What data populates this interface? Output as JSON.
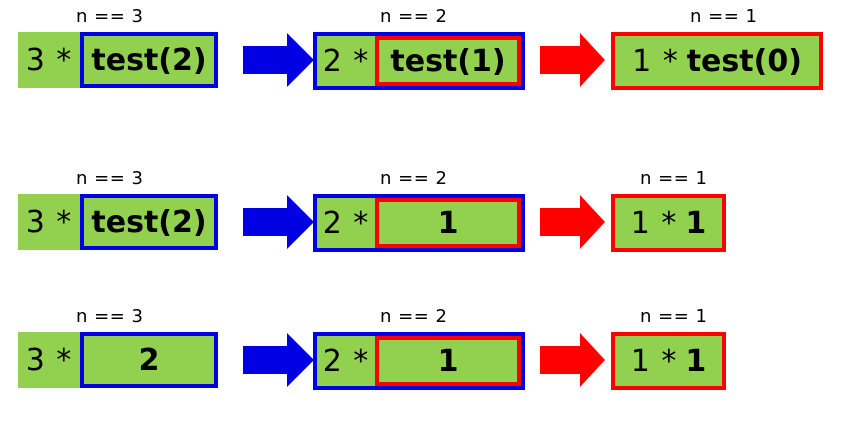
{
  "diagram": {
    "title": "recursion-trace-test-n",
    "colors": {
      "box_fill": "#92d050",
      "border_active": "#0000e2",
      "border_current": "#ff0000",
      "arrow_blue": "#0000e2",
      "arrow_red": "#ff0000",
      "text": "#000000",
      "background": "#ffffff"
    },
    "rows": [
      {
        "id": "row-1-calls",
        "cells": [
          {
            "caption": "n == 3",
            "left": "3 *",
            "right": "test(2)",
            "right_border": "blue",
            "wrap_border": "none"
          },
          {
            "caption": "n == 2",
            "left": "2 *",
            "right": "test(1)",
            "right_border": "red",
            "wrap_border": "blue"
          },
          {
            "caption": "n == 1",
            "left": "1 *",
            "right": "test(0)",
            "right_border": "none",
            "wrap_border": "red"
          }
        ],
        "arrows": [
          "blue",
          "red"
        ]
      },
      {
        "id": "row-2-base-returns",
        "cells": [
          {
            "caption": "n == 3",
            "left": "3 *",
            "right": "test(2)",
            "right_border": "blue",
            "wrap_border": "none"
          },
          {
            "caption": "n == 2",
            "left": "2 *",
            "right": "1",
            "right_border": "red",
            "wrap_border": "blue"
          },
          {
            "caption": "n == 1",
            "left": "1 *",
            "right": "1",
            "right_border": "none",
            "wrap_border": "red"
          }
        ],
        "arrows": [
          "blue",
          "red"
        ]
      },
      {
        "id": "row-3-unwound",
        "cells": [
          {
            "caption": "n == 3",
            "left": "3 *",
            "right": "2",
            "right_border": "blue",
            "wrap_border": "none"
          },
          {
            "caption": "n == 2",
            "left": "2 *",
            "right": "1",
            "right_border": "red",
            "wrap_border": "blue"
          },
          {
            "caption": "n == 1",
            "left": "1 *",
            "right": "1",
            "right_border": "none",
            "wrap_border": "red"
          }
        ],
        "arrows": [
          "blue",
          "red"
        ]
      }
    ]
  }
}
